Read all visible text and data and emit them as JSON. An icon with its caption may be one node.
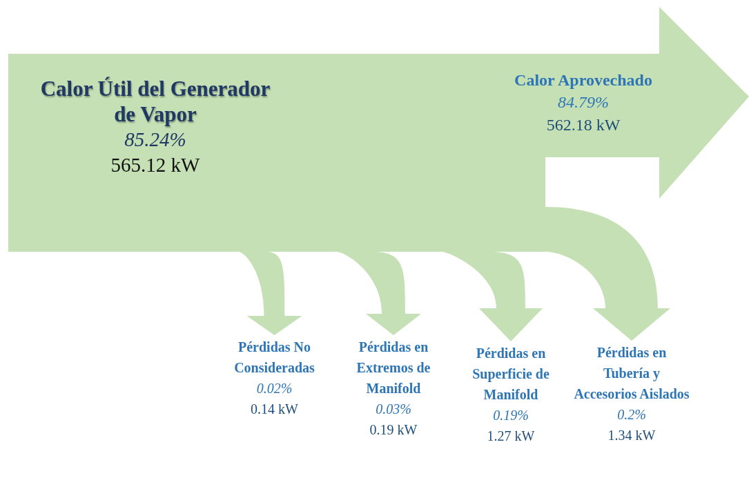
{
  "diagram": {
    "nodes": [
      {
        "text": [
          "Calor Útil del Generador de Vapor",
          "85.24%",
          "565.12 kW"
        ]
      },
      {
        "text": [
          "Calor Aprovechado",
          "84.79%",
          "562.18 kW"
        ]
      },
      {
        "text": [
          "Pérdidas No Consideradas",
          "0.02%",
          "0.14 kW"
        ]
      },
      {
        "text": [
          "Pérdidas en Extremos de Manifold",
          "0.03%",
          "0.19 kW"
        ]
      },
      {
        "text": [
          "Pérdidas en Superficie de Manifold",
          "0.19%",
          "1.27 kW"
        ]
      },
      {
        "text": [
          "Pérdidas en Tubería y Accesorios Aislados",
          "0.2%",
          "1.34 kW"
        ]
      }
    ],
    "edges": [
      {
        "from": 0,
        "to": 1,
        "arrow": "to"
      },
      {
        "from": 0,
        "to": 2,
        "arrow": "to"
      },
      {
        "from": 0,
        "to": 3,
        "arrow": "to"
      },
      {
        "from": 0,
        "to": 4,
        "arrow": "to"
      },
      {
        "from": 0,
        "to": 5,
        "arrow": "to"
      }
    ]
  }
}
